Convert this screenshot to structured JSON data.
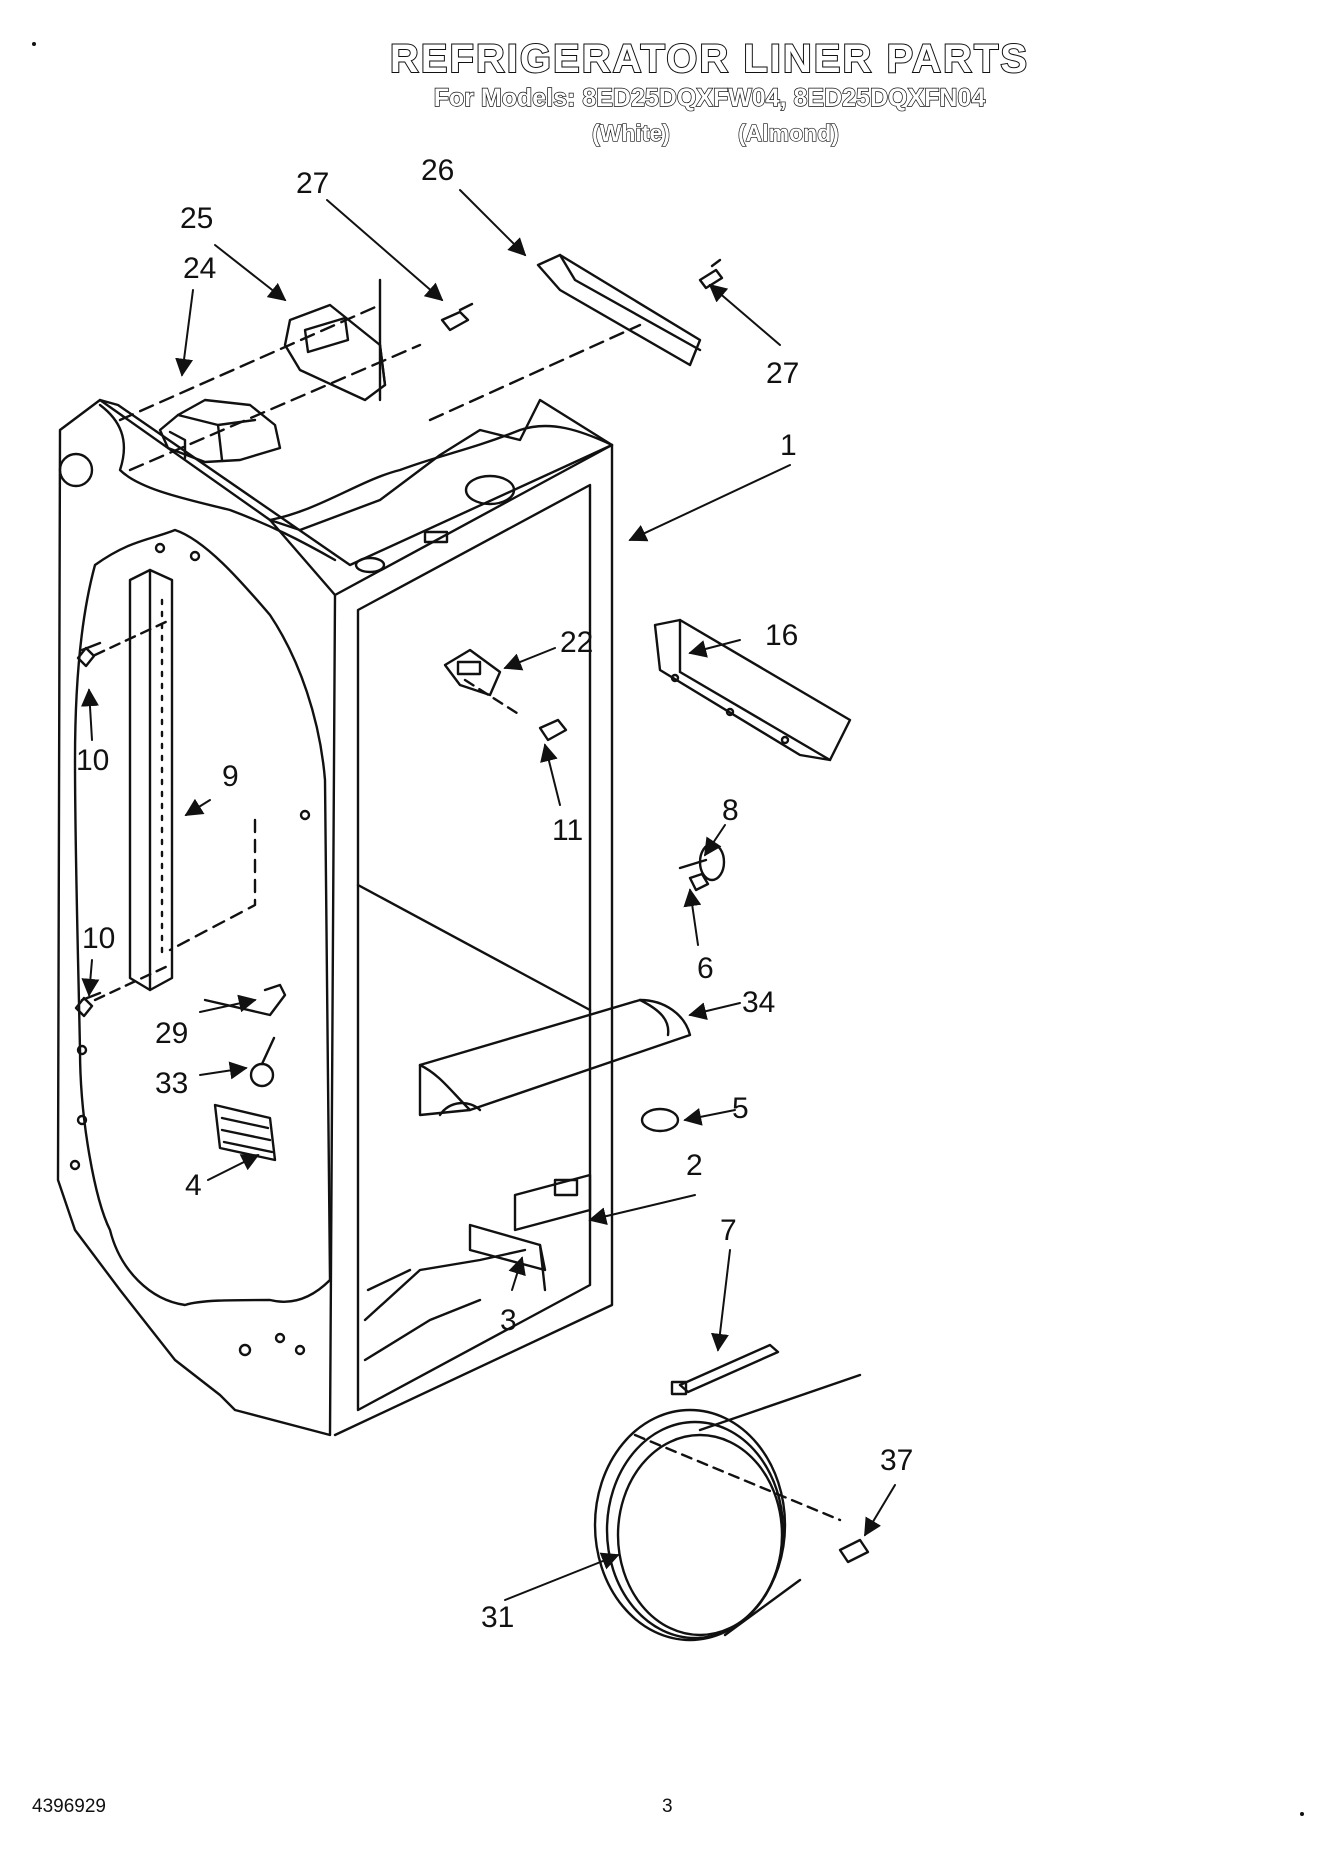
{
  "page": {
    "title": "REFRIGERATOR LINER PARTS",
    "models_line": "For Models: 8ED25DQXFW04, 8ED25DQXFN04",
    "variant_white": "(White)",
    "variant_almond": "(Almond)",
    "doc_number": "4396929",
    "page_number": "3"
  },
  "callouts": {
    "p1": "1",
    "p2": "2",
    "p3": "3",
    "p4": "4",
    "p5": "5",
    "p6": "6",
    "p7": "7",
    "p8": "8",
    "p9": "9",
    "p10a": "10",
    "p10b": "10",
    "p11": "11",
    "p16": "16",
    "p22": "22",
    "p24": "24",
    "p25": "25",
    "p26": "26",
    "p27a": "27",
    "p27b": "27",
    "p29": "29",
    "p31": "31",
    "p33": "33",
    "p34": "34",
    "p37": "37"
  },
  "colors": {
    "line": "#111111",
    "background": "#ffffff"
  }
}
